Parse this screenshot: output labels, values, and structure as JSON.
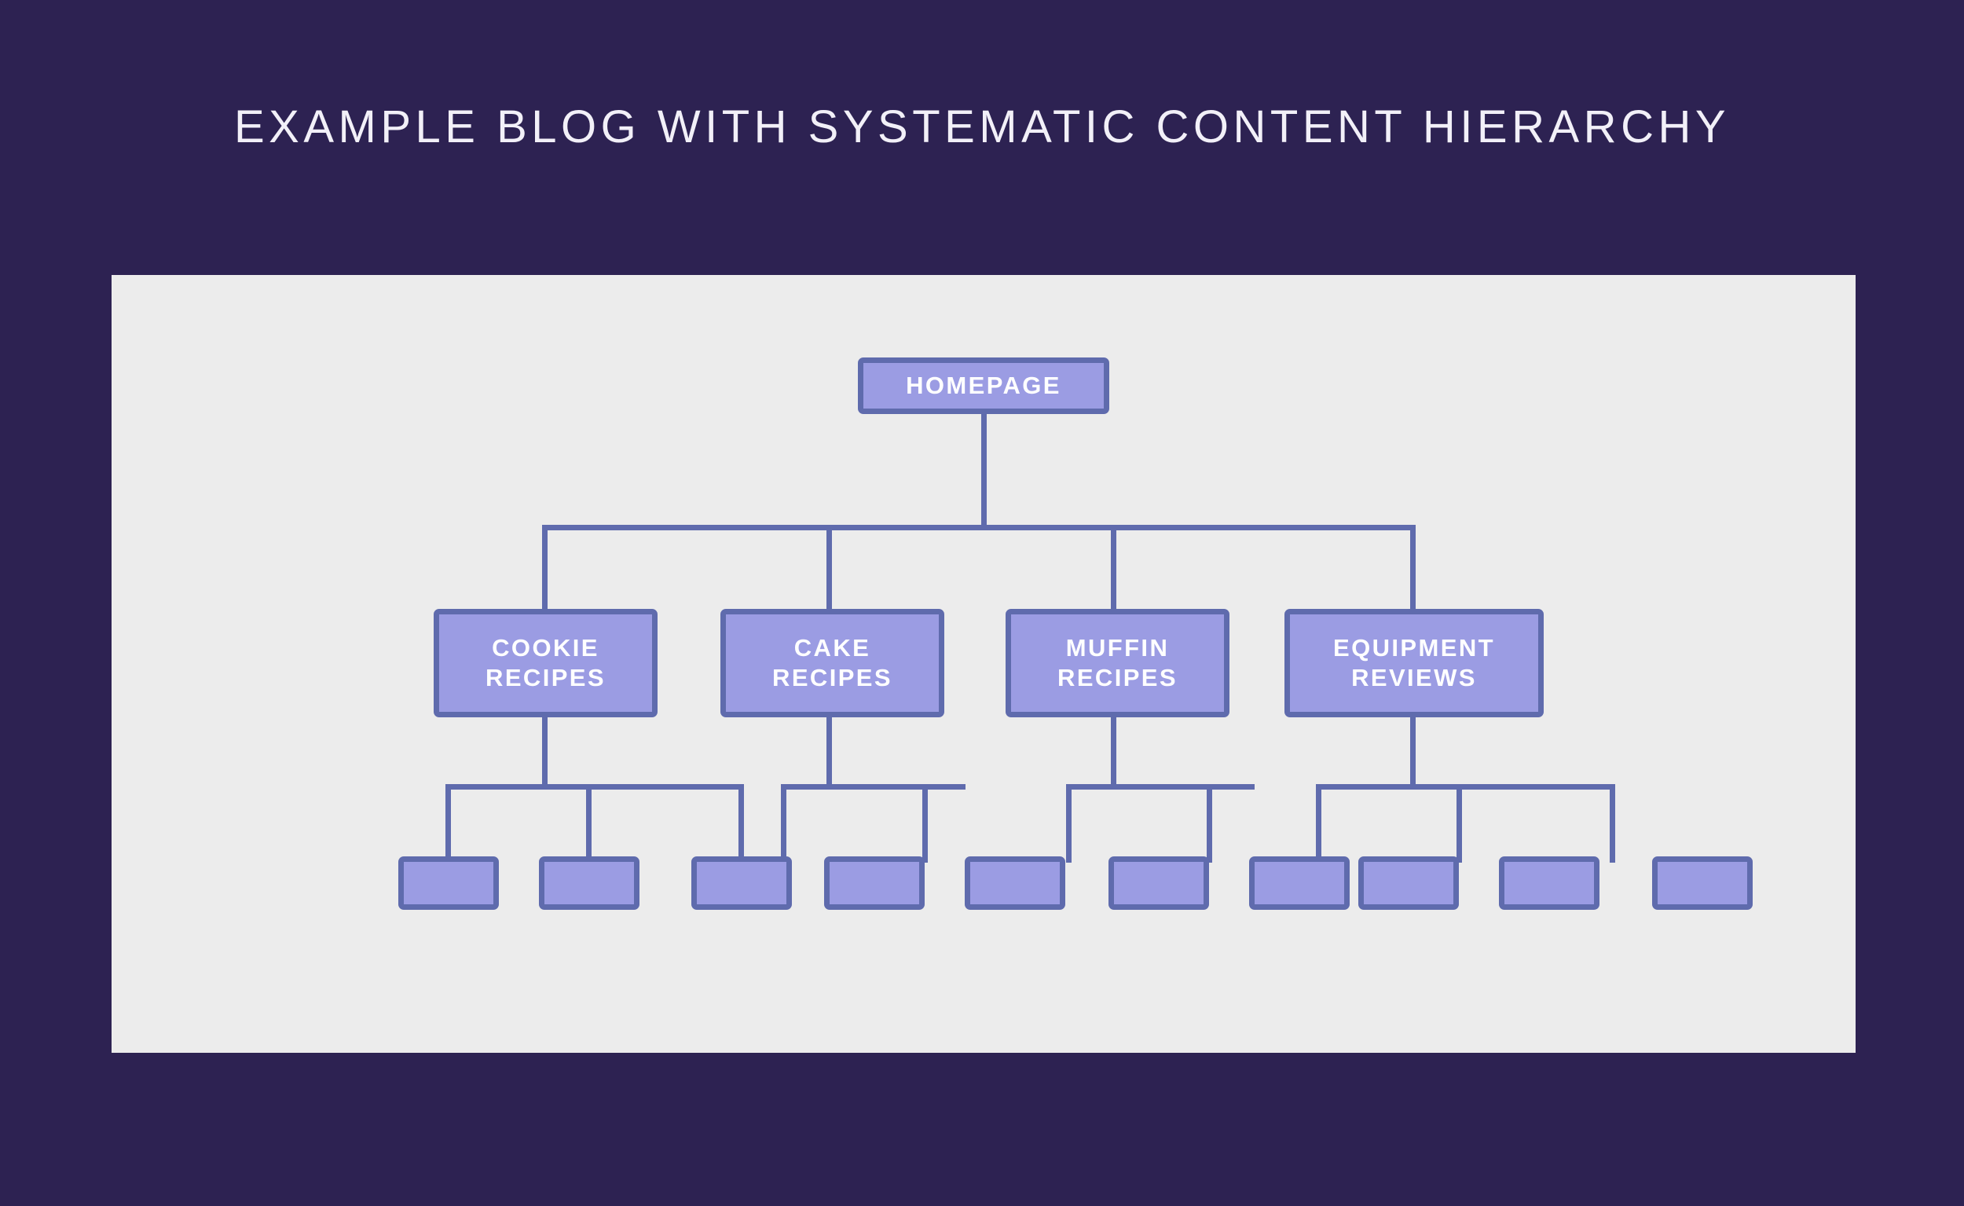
{
  "page": {
    "title": "EXAMPLE BLOG WITH SYSTEMATIC CONTENT HIERARCHY",
    "background_color": "#2D2252",
    "panel_color": "#ECECEC",
    "node_fill_color": "#9B9CE3",
    "node_border_color": "#5F6BAD",
    "node_text_color": "#FFFFFF",
    "title_text_color": "#F2F0F8"
  },
  "diagram": {
    "type": "hierarchy-tree",
    "levels": 3,
    "root": {
      "label": "HOMEPAGE"
    },
    "categories": [
      {
        "label": "COOKIE RECIPES",
        "line1": "COOKIE",
        "line2": "RECIPES",
        "children_count": 3
      },
      {
        "label": "CAKE RECIPES",
        "line1": "CAKE",
        "line2": "RECIPES",
        "children_count": 2
      },
      {
        "label": "MUFFIN RECIPES",
        "line1": "MUFFIN",
        "line2": "RECIPES",
        "children_count": 2
      },
      {
        "label": "EQUIPMENT REVIEWS",
        "line1": "EQUIPMENT",
        "line2": "REVIEWS",
        "children_count": 3
      }
    ],
    "leaves": [
      {
        "label": ""
      },
      {
        "label": ""
      },
      {
        "label": ""
      },
      {
        "label": ""
      },
      {
        "label": ""
      },
      {
        "label": ""
      },
      {
        "label": ""
      },
      {
        "label": ""
      },
      {
        "label": ""
      },
      {
        "label": ""
      }
    ],
    "total_leaves": 10
  }
}
